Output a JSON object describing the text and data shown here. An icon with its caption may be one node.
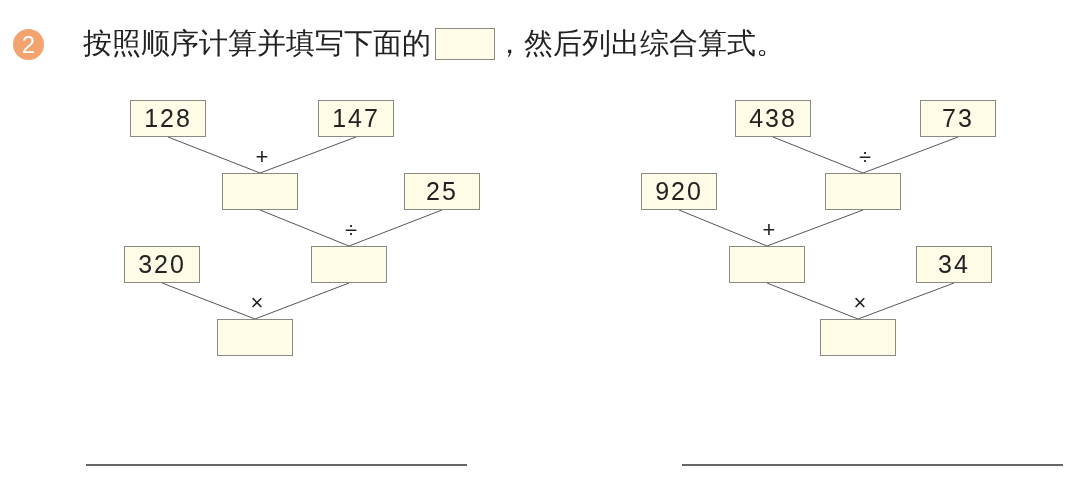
{
  "diagram": {
    "title": "按照顺序计算并填写下面的",
    "nodes": [
      {
        "text": [
          "2"
        ]
      },
      {
        "text": [
          "128"
        ]
      },
      {
        "text": [
          "147"
        ]
      },
      {
        "text": [],
        "shape": "box",
        "beside": [
          "+"
        ]
      },
      {
        "text": [
          "25"
        ]
      },
      {
        "text": [
          "320"
        ]
      },
      {
        "text": [],
        "shape": "box",
        "beside": [
          "÷"
        ]
      },
      {
        "text": [],
        "shape": "box",
        "beside": [
          "×"
        ]
      },
      {
        "text": [
          "438"
        ]
      },
      {
        "text": [
          "73"
        ]
      },
      {
        "text": [
          "920"
        ]
      },
      {
        "text": [],
        "shape": "box",
        "beside": [
          "÷"
        ]
      },
      {
        "text": [],
        "shape": "box",
        "beside": [
          "+"
        ]
      },
      {
        "text": [
          "34"
        ]
      },
      {
        "text": [],
        "shape": "box",
        "beside": [
          "×"
        ]
      }
    ],
    "edges": [
      {
        "from": 1,
        "to": 3,
        "arrow": "none"
      },
      {
        "from": 2,
        "to": 3,
        "arrow": "none"
      },
      {
        "from": 3,
        "to": 6,
        "arrow": "none"
      },
      {
        "from": 4,
        "to": 6,
        "arrow": "none"
      },
      {
        "from": 5,
        "to": 7,
        "arrow": "none"
      },
      {
        "from": 6,
        "to": 7,
        "arrow": "none"
      },
      {
        "from": 8,
        "to": 11,
        "arrow": "none"
      },
      {
        "from": 9,
        "to": 11,
        "arrow": "none"
      },
      {
        "from": 10,
        "to": 12,
        "arrow": "none"
      },
      {
        "from": 11,
        "to": 12,
        "arrow": "none"
      },
      {
        "from": 12,
        "to": 14,
        "arrow": "none"
      },
      {
        "from": 13,
        "to": 14,
        "arrow": "none"
      }
    ],
    "labels": [
      "，然后列出综合算式。"
    ]
  }
}
